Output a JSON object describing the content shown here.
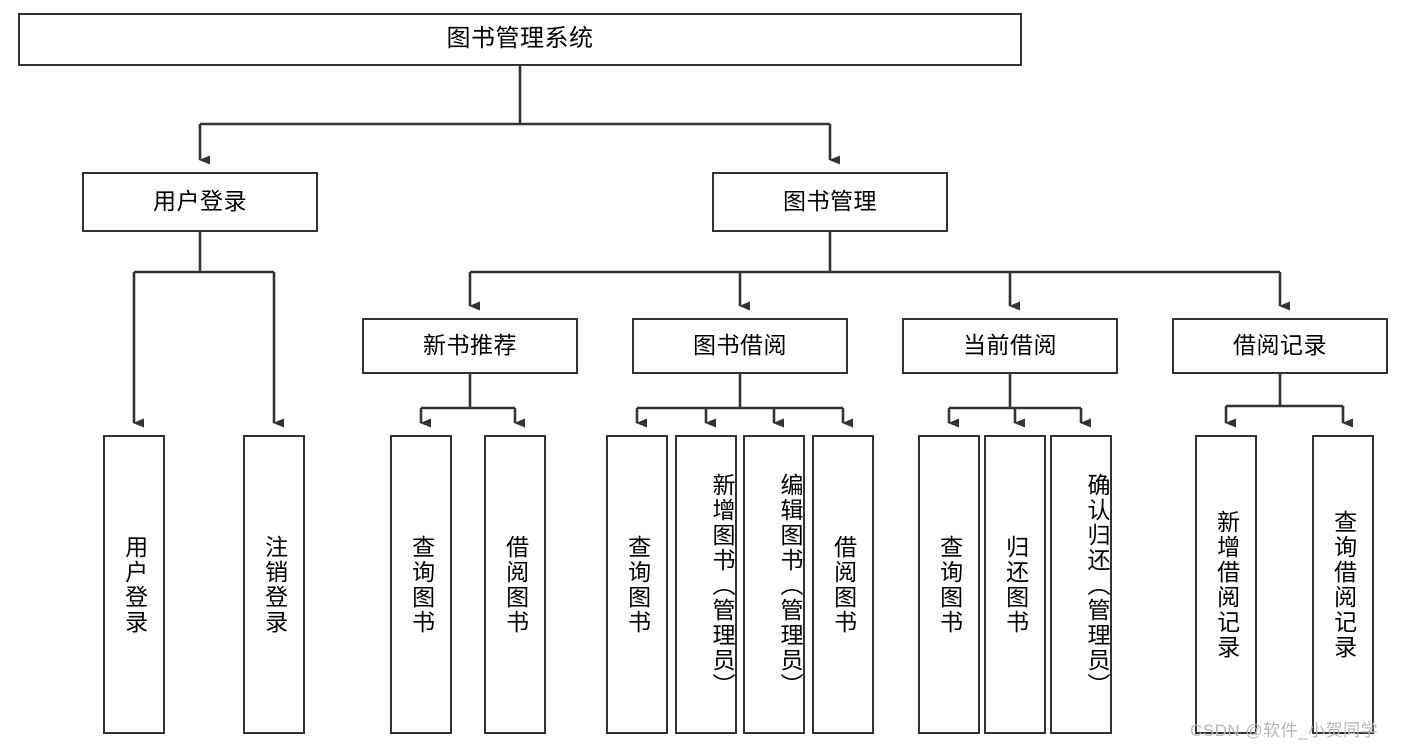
{
  "diagram": {
    "type": "tree-hierarchy",
    "title": "图书管理系统",
    "root": {
      "label": "图书管理系统"
    },
    "level1": [
      {
        "id": "user-login",
        "label": "用户登录"
      },
      {
        "id": "book-manage",
        "label": "图书管理"
      }
    ],
    "level2": [
      {
        "id": "new-book-recommend",
        "label": "新书推荐",
        "parent": "book-manage"
      },
      {
        "id": "book-borrow",
        "label": "图书借阅",
        "parent": "book-manage"
      },
      {
        "id": "current-borrow",
        "label": "当前借阅",
        "parent": "book-manage"
      },
      {
        "id": "borrow-record",
        "label": "借阅记录",
        "parent": "book-manage"
      }
    ],
    "leaves": {
      "user_login": [
        {
          "id": "leaf-user-login",
          "label": "用户登录"
        },
        {
          "id": "leaf-user-logout",
          "label": "注销登录"
        }
      ],
      "new_book_recommend": [
        {
          "id": "leaf-query-book-1",
          "label": "查询图书"
        },
        {
          "id": "leaf-borrow-book-1",
          "label": "借阅图书"
        }
      ],
      "book_borrow": [
        {
          "id": "leaf-query-book-2",
          "label": "查询图书"
        },
        {
          "id": "leaf-add-book",
          "label": "新增图书（管理员）"
        },
        {
          "id": "leaf-edit-book",
          "label": "编辑图书（管理员）"
        },
        {
          "id": "leaf-borrow-book-2",
          "label": "借阅图书"
        }
      ],
      "current_borrow": [
        {
          "id": "leaf-query-book-3",
          "label": "查询图书"
        },
        {
          "id": "leaf-return-book",
          "label": "归还图书"
        },
        {
          "id": "leaf-confirm-return",
          "label": "确认归还（管理员）"
        }
      ],
      "borrow_record": [
        {
          "id": "leaf-add-record",
          "label": "新增借阅记录"
        },
        {
          "id": "leaf-query-record",
          "label": "查询借阅记录"
        }
      ]
    },
    "colors": {
      "stroke": "#333333",
      "fill": "#ffffff",
      "text": "#000000",
      "watermark": "#b8b8b8"
    }
  },
  "watermark": {
    "text": "CSDN @软件_小贺同学"
  }
}
